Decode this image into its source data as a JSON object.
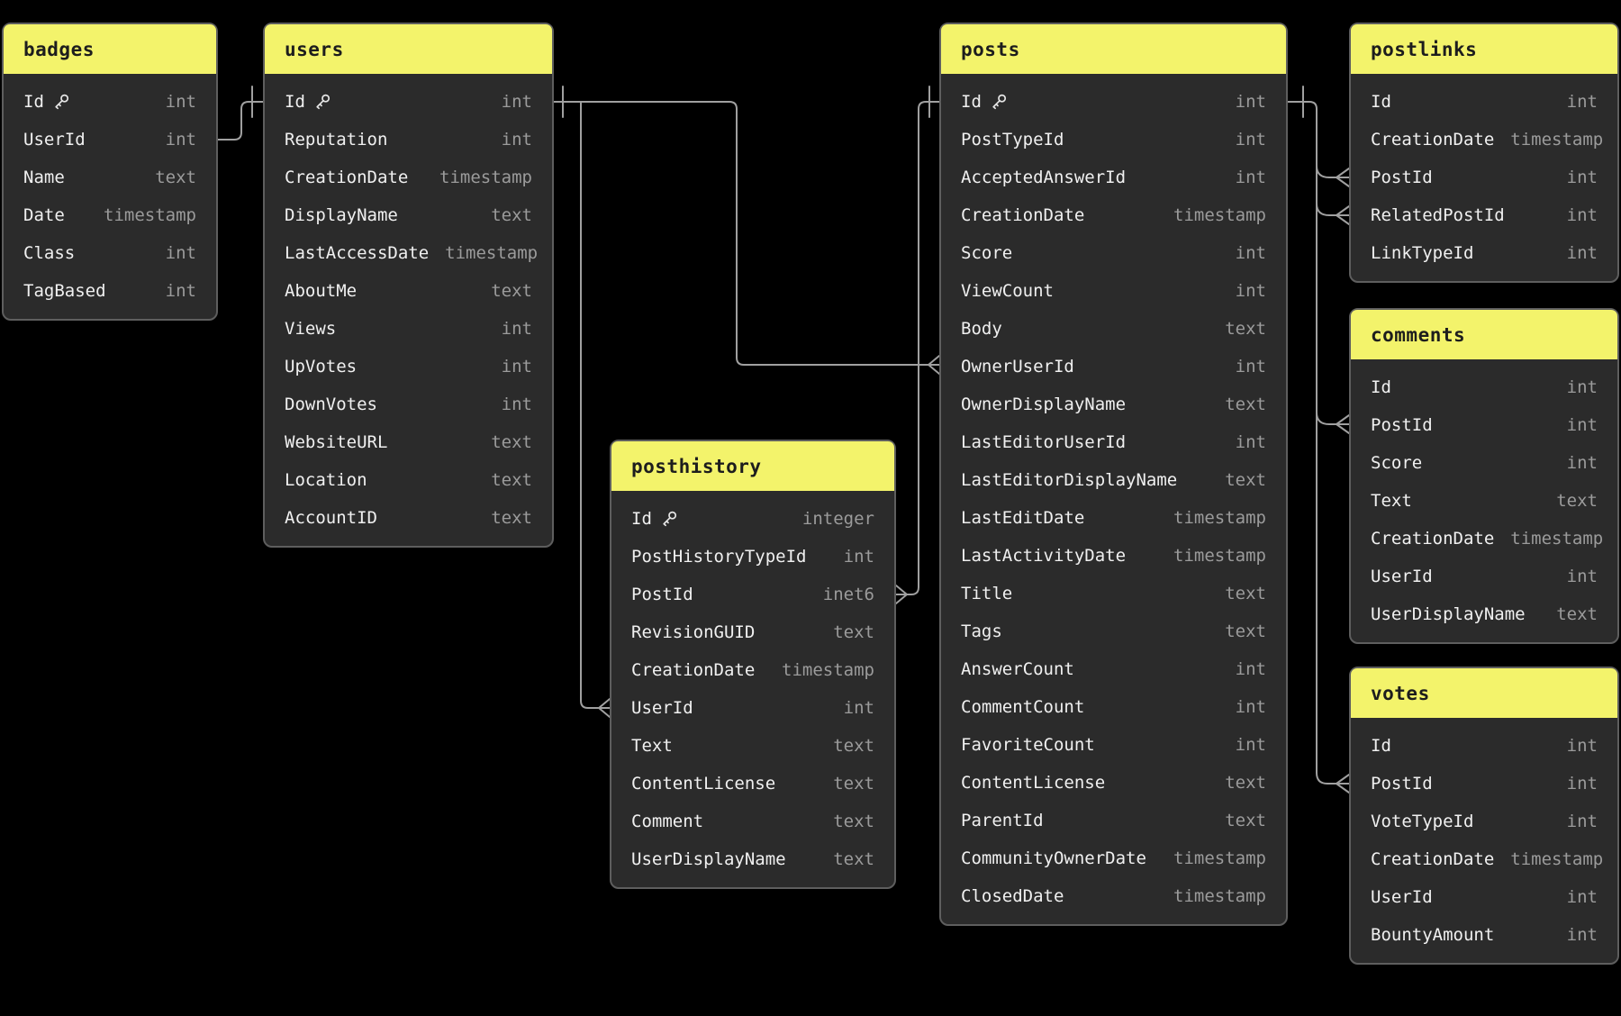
{
  "diagram": {
    "tables": [
      {
        "name": "badges",
        "fields": [
          {
            "name": "Id",
            "type": "int",
            "key": true
          },
          {
            "name": "UserId",
            "type": "int"
          },
          {
            "name": "Name",
            "type": "text"
          },
          {
            "name": "Date",
            "type": "timestamp"
          },
          {
            "name": "Class",
            "type": "int"
          },
          {
            "name": "TagBased",
            "type": "int"
          }
        ]
      },
      {
        "name": "users",
        "fields": [
          {
            "name": "Id",
            "type": "int",
            "key": true
          },
          {
            "name": "Reputation",
            "type": "int"
          },
          {
            "name": "CreationDate",
            "type": "timestamp"
          },
          {
            "name": "DisplayName",
            "type": "text"
          },
          {
            "name": "LastAccessDate",
            "type": "timestamp"
          },
          {
            "name": "AboutMe",
            "type": "text"
          },
          {
            "name": "Views",
            "type": "int"
          },
          {
            "name": "UpVotes",
            "type": "int"
          },
          {
            "name": "DownVotes",
            "type": "int"
          },
          {
            "name": "WebsiteURL",
            "type": "text"
          },
          {
            "name": "Location",
            "type": "text"
          },
          {
            "name": "AccountID",
            "type": "text"
          }
        ]
      },
      {
        "name": "posthistory",
        "fields": [
          {
            "name": "Id",
            "type": "integer",
            "key": true
          },
          {
            "name": "PostHistoryTypeId",
            "type": "int"
          },
          {
            "name": "PostId",
            "type": "inet6"
          },
          {
            "name": "RevisionGUID",
            "type": "text"
          },
          {
            "name": "CreationDate",
            "type": "timestamp"
          },
          {
            "name": "UserId",
            "type": "int"
          },
          {
            "name": "Text",
            "type": "text"
          },
          {
            "name": "ContentLicense",
            "type": "text"
          },
          {
            "name": "Comment",
            "type": "text"
          },
          {
            "name": "UserDisplayName",
            "type": "text"
          }
        ]
      },
      {
        "name": "posts",
        "fields": [
          {
            "name": "Id",
            "type": "int",
            "key": true
          },
          {
            "name": "PostTypeId",
            "type": "int"
          },
          {
            "name": "AcceptedAnswerId",
            "type": "int"
          },
          {
            "name": "CreationDate",
            "type": "timestamp"
          },
          {
            "name": "Score",
            "type": "int"
          },
          {
            "name": "ViewCount",
            "type": "int"
          },
          {
            "name": "Body",
            "type": "text"
          },
          {
            "name": "OwnerUserId",
            "type": "int"
          },
          {
            "name": "OwnerDisplayName",
            "type": "text"
          },
          {
            "name": "LastEditorUserId",
            "type": "int"
          },
          {
            "name": "LastEditorDisplayName",
            "type": "text"
          },
          {
            "name": "LastEditDate",
            "type": "timestamp"
          },
          {
            "name": "LastActivityDate",
            "type": "timestamp"
          },
          {
            "name": "Title",
            "type": "text"
          },
          {
            "name": "Tags",
            "type": "text"
          },
          {
            "name": "AnswerCount",
            "type": "int"
          },
          {
            "name": "CommentCount",
            "type": "int"
          },
          {
            "name": "FavoriteCount",
            "type": "int"
          },
          {
            "name": "ContentLicense",
            "type": "text"
          },
          {
            "name": "ParentId",
            "type": "text"
          },
          {
            "name": "CommunityOwnerDate",
            "type": "timestamp"
          },
          {
            "name": "ClosedDate",
            "type": "timestamp"
          }
        ]
      },
      {
        "name": "postlinks",
        "fields": [
          {
            "name": "Id",
            "type": "int"
          },
          {
            "name": "CreationDate",
            "type": "timestamp"
          },
          {
            "name": "PostId",
            "type": "int"
          },
          {
            "name": "RelatedPostId",
            "type": "int"
          },
          {
            "name": "LinkTypeId",
            "type": "int"
          }
        ]
      },
      {
        "name": "comments",
        "fields": [
          {
            "name": "Id",
            "type": "int"
          },
          {
            "name": "PostId",
            "type": "int"
          },
          {
            "name": "Score",
            "type": "int"
          },
          {
            "name": "Text",
            "type": "text"
          },
          {
            "name": "CreationDate",
            "type": "timestamp"
          },
          {
            "name": "UserId",
            "type": "int"
          },
          {
            "name": "UserDisplayName",
            "type": "text"
          }
        ]
      },
      {
        "name": "votes",
        "fields": [
          {
            "name": "Id",
            "type": "int"
          },
          {
            "name": "PostId",
            "type": "int"
          },
          {
            "name": "VoteTypeId",
            "type": "int"
          },
          {
            "name": "CreationDate",
            "type": "timestamp"
          },
          {
            "name": "UserId",
            "type": "int"
          },
          {
            "name": "BountyAmount",
            "type": "int"
          }
        ]
      }
    ],
    "relationships": [
      {
        "from": "users.Id",
        "to": "badges.UserId"
      },
      {
        "from": "users.Id",
        "to": "posts.OwnerUserId"
      },
      {
        "from": "users.Id",
        "to": "posthistory.UserId"
      },
      {
        "from": "posts.Id",
        "to": "posthistory.PostId"
      },
      {
        "from": "posts.Id",
        "to": "postlinks.PostId"
      },
      {
        "from": "posts.Id",
        "to": "postlinks.RelatedPostId"
      },
      {
        "from": "posts.Id",
        "to": "comments.PostId"
      },
      {
        "from": "posts.Id",
        "to": "votes.PostId"
      }
    ],
    "colors": {
      "background": "#000000",
      "header": "#f3f36b",
      "header_text": "#1d1d1d",
      "card": "#2b2b2b",
      "card_border": "#5e5e5e",
      "field_text": "#f0f0f0",
      "type_text": "#9b9b9b",
      "wire": "#a0a0a0"
    }
  }
}
